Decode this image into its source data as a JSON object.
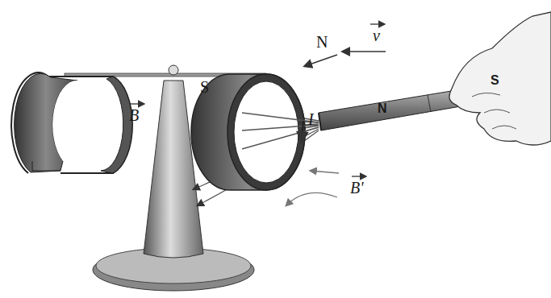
{
  "diagram": {
    "labels": [
      "N",
      "S",
      "v",
      "B",
      "I",
      "B'",
      "N",
      "S"
    ]
  }
}
